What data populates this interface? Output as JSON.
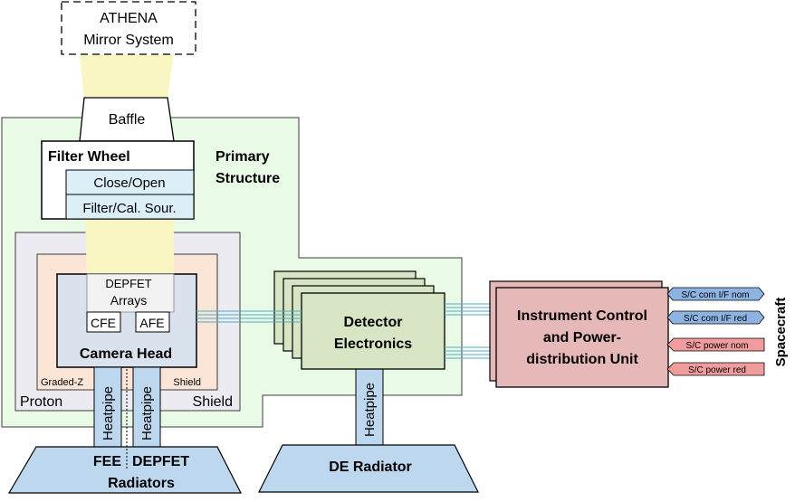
{
  "colors": {
    "structure_fill": "#e9fbe6",
    "structure_stroke": "#3b3b3b",
    "beam_fill": "#faf6c3",
    "proton_shield_fill": "#ecebf1",
    "gradedz_fill": "#fbe5d6",
    "camera_fill": "#dae2ee",
    "filter_sub_fill": "#dceef8",
    "electronics_fill": "#d8e5c4",
    "icpu_fill": "#e6b8b7",
    "radiator_fill": "#bdd7ee",
    "heatpipe_fill": "#bdd7ee",
    "com_arrow_fill": "#8db3e2",
    "power_arrow_fill": "#f19c9c",
    "line_cyan": "#4bacc6",
    "line_blue": "#4472c4"
  },
  "labels": {
    "mirror_line1": "ATHENA",
    "mirror_line2": "Mirror System",
    "baffle": "Baffle",
    "filter_wheel": "Filter Wheel",
    "close_open": "Close/Open",
    "filter_cal": "Filter/Cal. Sour.",
    "primary_line1": "Primary",
    "primary_line2": "Structure",
    "depfet_line1": "DEPFET",
    "depfet_line2": "Arrays",
    "cfe": "CFE",
    "afe": "AFE",
    "camera_head": "Camera Head",
    "graded_z": "Graded-Z",
    "shield_inner": "Shield",
    "proton": "Proton",
    "shield_outer": "Shield",
    "heatpipe_left": "Heatpipe",
    "heatpipe_right": "Heatpipe",
    "heatpipe_de": "Heatpipe",
    "fee": "FEE",
    "depfet_rad": "DEPFET",
    "radiators": "Radiators",
    "de_radiator": "DE Radiator",
    "detector_line1": "Detector",
    "detector_line2": "Electronics",
    "icpu_line1": "Instrument Control",
    "icpu_line2": "and Power-",
    "icpu_line3": "distribution Unit",
    "sc_com_nom": "S/C com I/F nom",
    "sc_com_red": "S/C com I/F red",
    "sc_power_nom": "S/C power nom",
    "sc_power_red": "S/C power red",
    "spacecraft": "Spacecraft"
  }
}
